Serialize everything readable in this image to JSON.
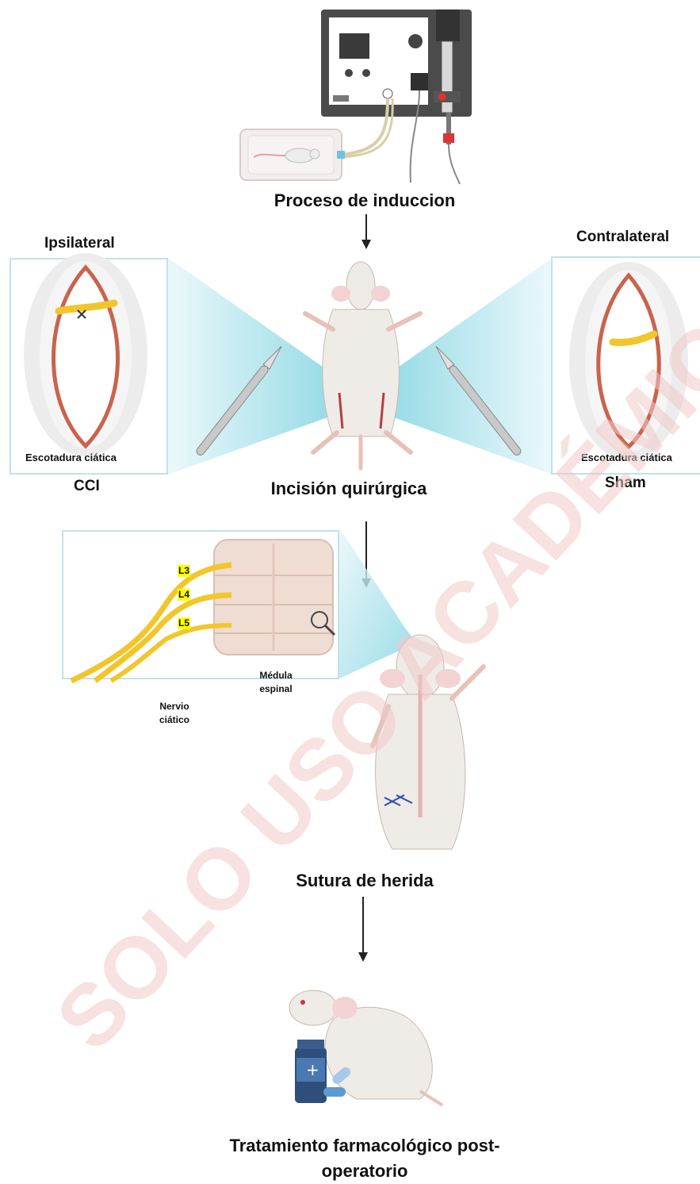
{
  "steps": {
    "induction": "Proceso de induccion",
    "incision": "Incisión quirúrgica",
    "suture": "Sutura de herida",
    "treatment_line1": "Tratamiento farmacológico post-",
    "treatment_line2": "operatorio"
  },
  "left_panel": {
    "header": "Ipsilateral",
    "caption": "Escotadura ciática",
    "footer": "CCI"
  },
  "right_panel": {
    "header": "Contralateral",
    "caption": "Escotadura ciática",
    "footer": "Sham"
  },
  "spine_panel": {
    "vertebrae": [
      "L3",
      "L4",
      "L5"
    ],
    "cord_label_line1": "Médula",
    "cord_label_line2": "espinal",
    "nerve_label_line1": "Nervio",
    "nerve_label_line2": "ciático"
  },
  "watermark": "SOLO USO ACADÉMICO",
  "colors": {
    "panel_border": "#bfe3ea",
    "nerve": "#f2c62b",
    "vertebra_highlight": "#ffff00",
    "watermark": "#f1c9c9"
  }
}
